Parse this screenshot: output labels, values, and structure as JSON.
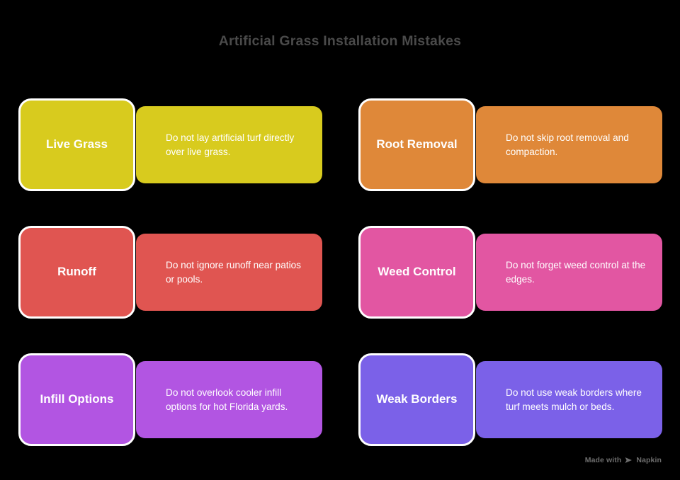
{
  "page": {
    "background_color": "#000000",
    "title": "Artificial Grass Installation Mistakes",
    "title_color": "#4a4a4a"
  },
  "cards": [
    {
      "label": "Live Grass",
      "description": "Do not lay artificial turf directly over live grass.",
      "color": "#D8CB1E",
      "column": "left",
      "row": 1
    },
    {
      "label": "Root Removal",
      "description": "Do not skip root removal and compaction.",
      "color": "#DF8839",
      "column": "right",
      "row": 1
    },
    {
      "label": "Runoff",
      "description": "Do not ignore runoff near patios or pools.",
      "color": "#E05551",
      "column": "left",
      "row": 2
    },
    {
      "label": "Weed Control",
      "description": "Do not forget weed control at the edges.",
      "color": "#E256A2",
      "column": "right",
      "row": 2
    },
    {
      "label": "Infill Options",
      "description": "Do not overlook cooler infill options for hot Florida yards.",
      "color": "#B255E2",
      "column": "left",
      "row": 3
    },
    {
      "label": "Weak Borders",
      "description": "Do not use weak borders where turf meets mulch or beds.",
      "color": "#7B61E8",
      "column": "right",
      "row": 3
    }
  ],
  "watermark": {
    "prefix": "Made with",
    "brand": "Napkin",
    "icon": "napkin-paper-plane-icon",
    "color": "#6e6e6e"
  }
}
